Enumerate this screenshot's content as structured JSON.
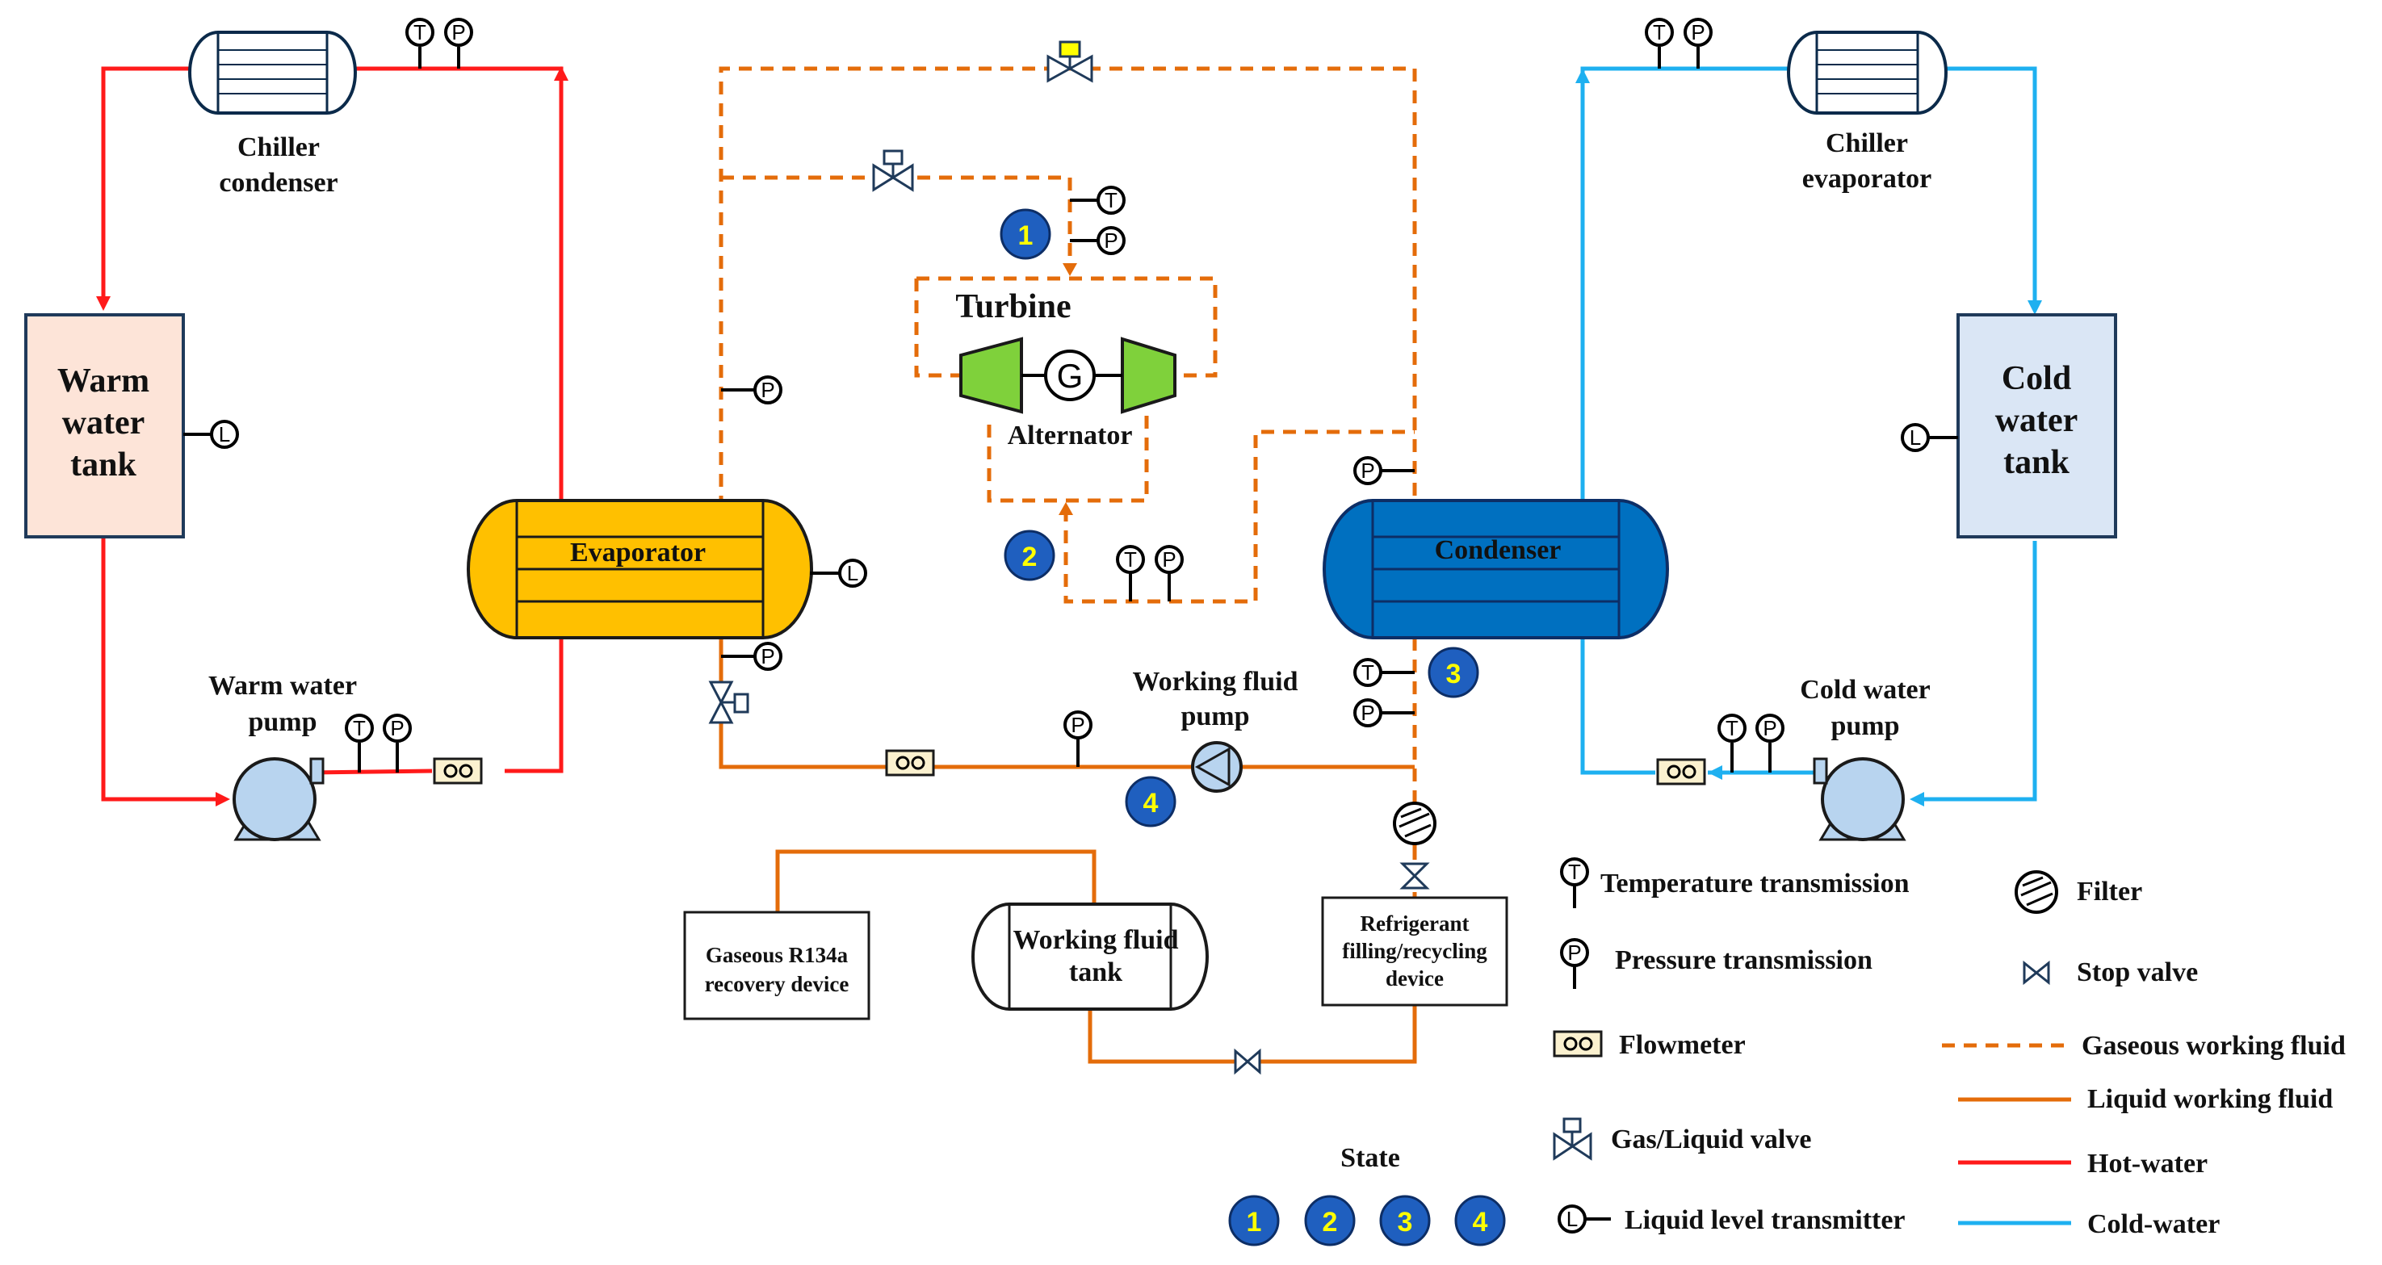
{
  "labels": {
    "chiller_condenser": [
      "Chiller",
      "condenser"
    ],
    "chiller_evaporator": [
      "Chiller",
      "evaporator"
    ],
    "warm_water_tank": [
      "Warm",
      "water",
      "tank"
    ],
    "cold_water_tank": [
      "Cold",
      "water",
      "tank"
    ],
    "evaporator": "Evaporator",
    "condenser": "Condenser",
    "turbine": "Turbine",
    "alternator": "Alternator",
    "generator_symbol": "G",
    "warm_water_pump": [
      "Warm water",
      "pump"
    ],
    "cold_water_pump": [
      "Cold water",
      "pump"
    ],
    "working_fluid_pump": [
      "Working fluid",
      "pump"
    ],
    "gaseous_recovery": [
      "Gaseous R134a",
      "recovery device"
    ],
    "working_fluid_tank": [
      "Working fluid",
      "tank"
    ],
    "refrigerant_filling": [
      "Refrigerant",
      "filling/recycling",
      "device"
    ],
    "state_title": "State"
  },
  "sensor_symbols": {
    "temperature": "T",
    "pressure": "P",
    "level": "L"
  },
  "states": [
    "1",
    "2",
    "3",
    "4"
  ],
  "legend": {
    "temperature": "Temperature transmission",
    "pressure": "Pressure transmission",
    "flowmeter": "Flowmeter",
    "gas_liquid_valve": "Gas/Liquid valve",
    "level": "Liquid level transmitter",
    "filter": "Filter",
    "stop_valve": "Stop valve",
    "gaseous_fluid": "Gaseous working fluid",
    "liquid_fluid": "Liquid working fluid",
    "hot_water": "Hot-water",
    "cold_water": "Cold-water"
  },
  "colors": {
    "working_fluid": "#e46c0a",
    "hot_water": "#ff1a1a",
    "cold_water": "#1eb0f0",
    "evaporator_fill": "#ffc000",
    "condenser_fill": "#0070c0",
    "turbine_fill": "#7fd13b",
    "warm_tank_fill": "#fde4d8",
    "cold_tank_fill": "#dae6f5",
    "state_badge": "#1f5fbf",
    "state_number": "#ffff00"
  }
}
